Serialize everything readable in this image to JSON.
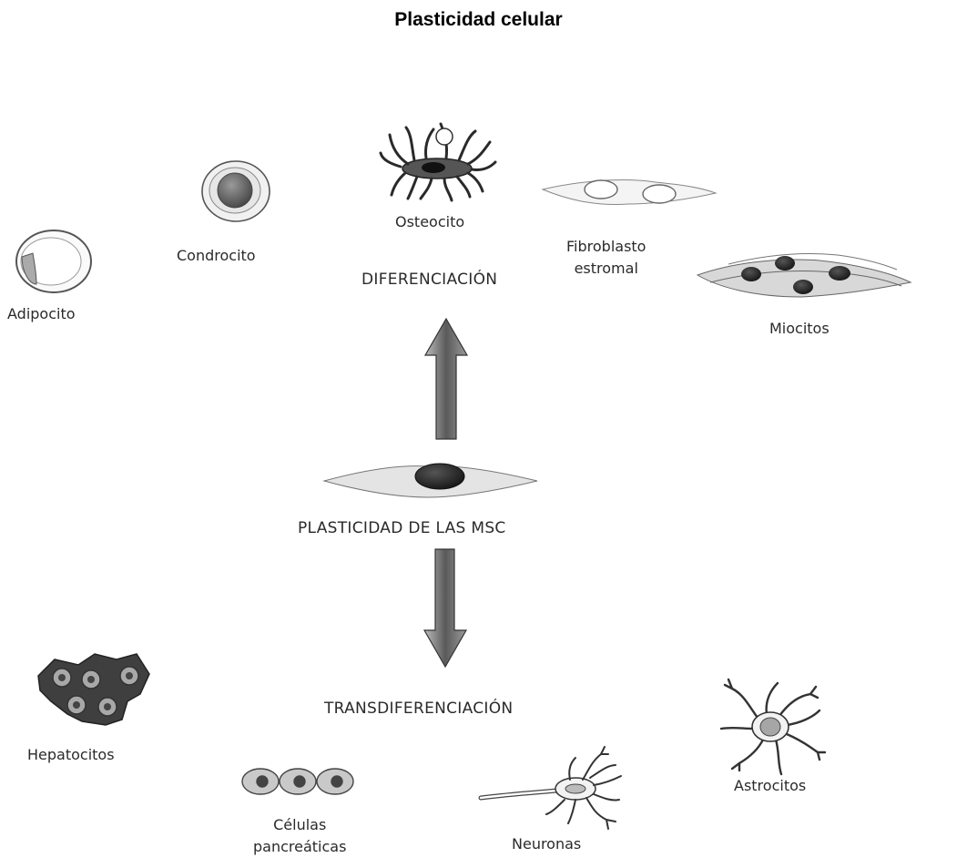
{
  "title": "Plasticidad celular",
  "center": {
    "label": "PLASTICIDAD DE LAS MSC"
  },
  "up": {
    "label": "DIFERENCIACIÓN"
  },
  "down": {
    "label": "TRANSDIFERENCIACIÓN"
  },
  "cells": {
    "adipocito": "Adipocito",
    "condrocito": "Condrocito",
    "osteocito": "Osteocito",
    "fibroblasto_l1": "Fibroblasto",
    "fibroblasto_l2": "estromal",
    "miocitos": "Miocitos",
    "hepatocitos": "Hepatocitos",
    "pancreaticas_l1": "Células",
    "pancreaticas_l2": "pancreáticas",
    "neuronas": "Neuronas",
    "astrocitos": "Astrocitos"
  }
}
